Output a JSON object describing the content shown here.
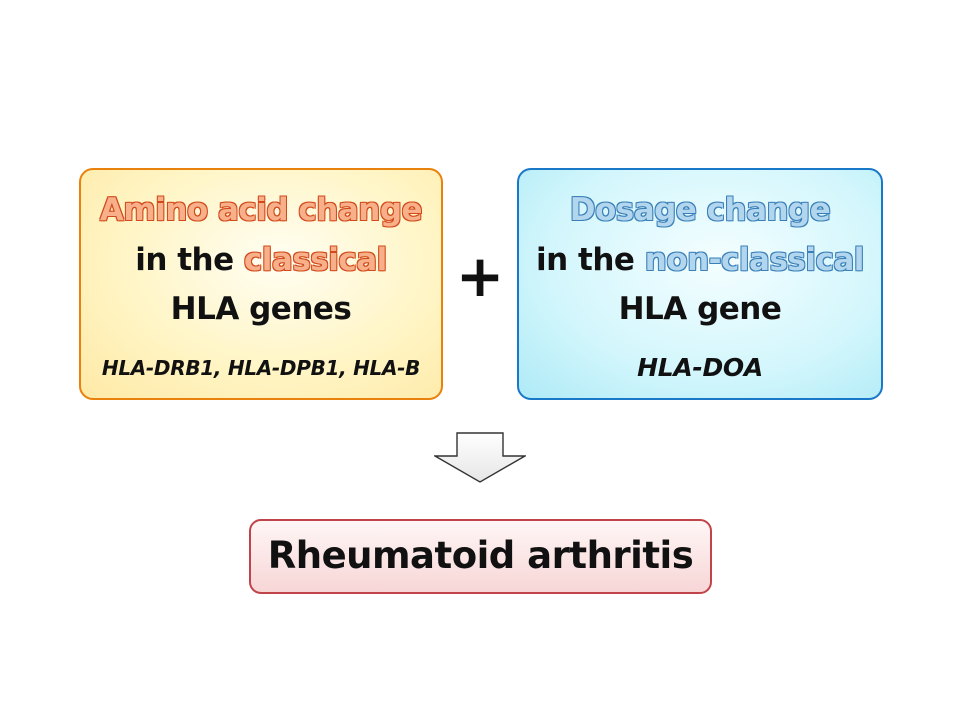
{
  "left_box": {
    "line1": "Amino acid change",
    "line2_prefix": "in the ",
    "line2_highlight": "classical",
    "line3": "HLA genes",
    "genes": "HLA-DRB1, HLA-DPB1, HLA-B"
  },
  "plus": "+",
  "right_box": {
    "line1": "Dosage change",
    "line2_prefix": "in the ",
    "line2_highlight": "non-classical",
    "line3": "HLA gene",
    "genes": "HLA-DOA"
  },
  "result": "Rheumatoid arthritis",
  "colors": {
    "left_border": "#e8820c",
    "right_border": "#1a78c8",
    "result_border": "#c0444a",
    "highlight_orange": "#f7b08a",
    "highlight_blue": "#b2d6ee"
  }
}
